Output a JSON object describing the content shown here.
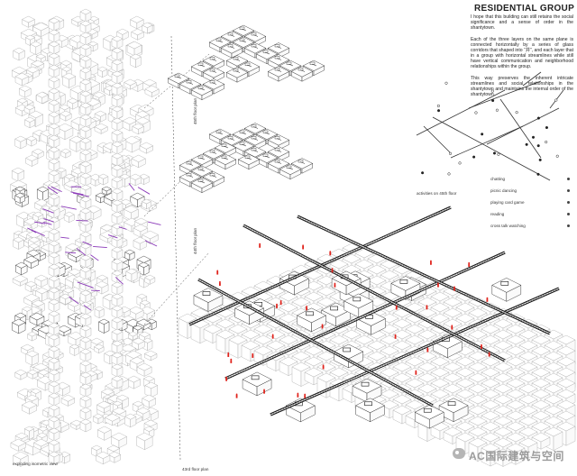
{
  "title": "RESIDENTIAL GROUP",
  "paragraphs": [
    "I hope that this building can still retains the social significance and a sense of order in the shantytown.",
    "Each of the three layers on the same plane is connected horizontally by a series of glass corridors that shaped into “井”, and each layer that in a group with horizontal streamlines while still have vertical communication and neighborhood relationships within the group.",
    "This way preserves the inherent intricate streamlines and social relationships in the shantytown and maintains the internal order of the shantytown."
  ],
  "labels": {
    "exploding": "exploding isometric view",
    "floor_45": "45th floor plan",
    "floor_44": "44th floor plan",
    "floor_43": "43rd floor plan",
    "activities": "activities on 45th floor"
  },
  "legend": [
    {
      "label": "chatting",
      "icon": "chatting-dot"
    },
    {
      "label": "picnic dancing",
      "icon": "picnic-dot"
    },
    {
      "label": "playing card game",
      "icon": "card-game-dot"
    },
    {
      "label": "reading",
      "icon": "reading-dot"
    },
    {
      "label": "cross talk watching",
      "icon": "crosstalk-dot"
    }
  ],
  "watermark": "AC国际建筑与空间",
  "colors": {
    "line": "#2a2a2a",
    "light_line": "#a9a9a9",
    "accent_red": "#e0221b",
    "accent_purple": "#8a38b8",
    "background": "#ffffff"
  }
}
